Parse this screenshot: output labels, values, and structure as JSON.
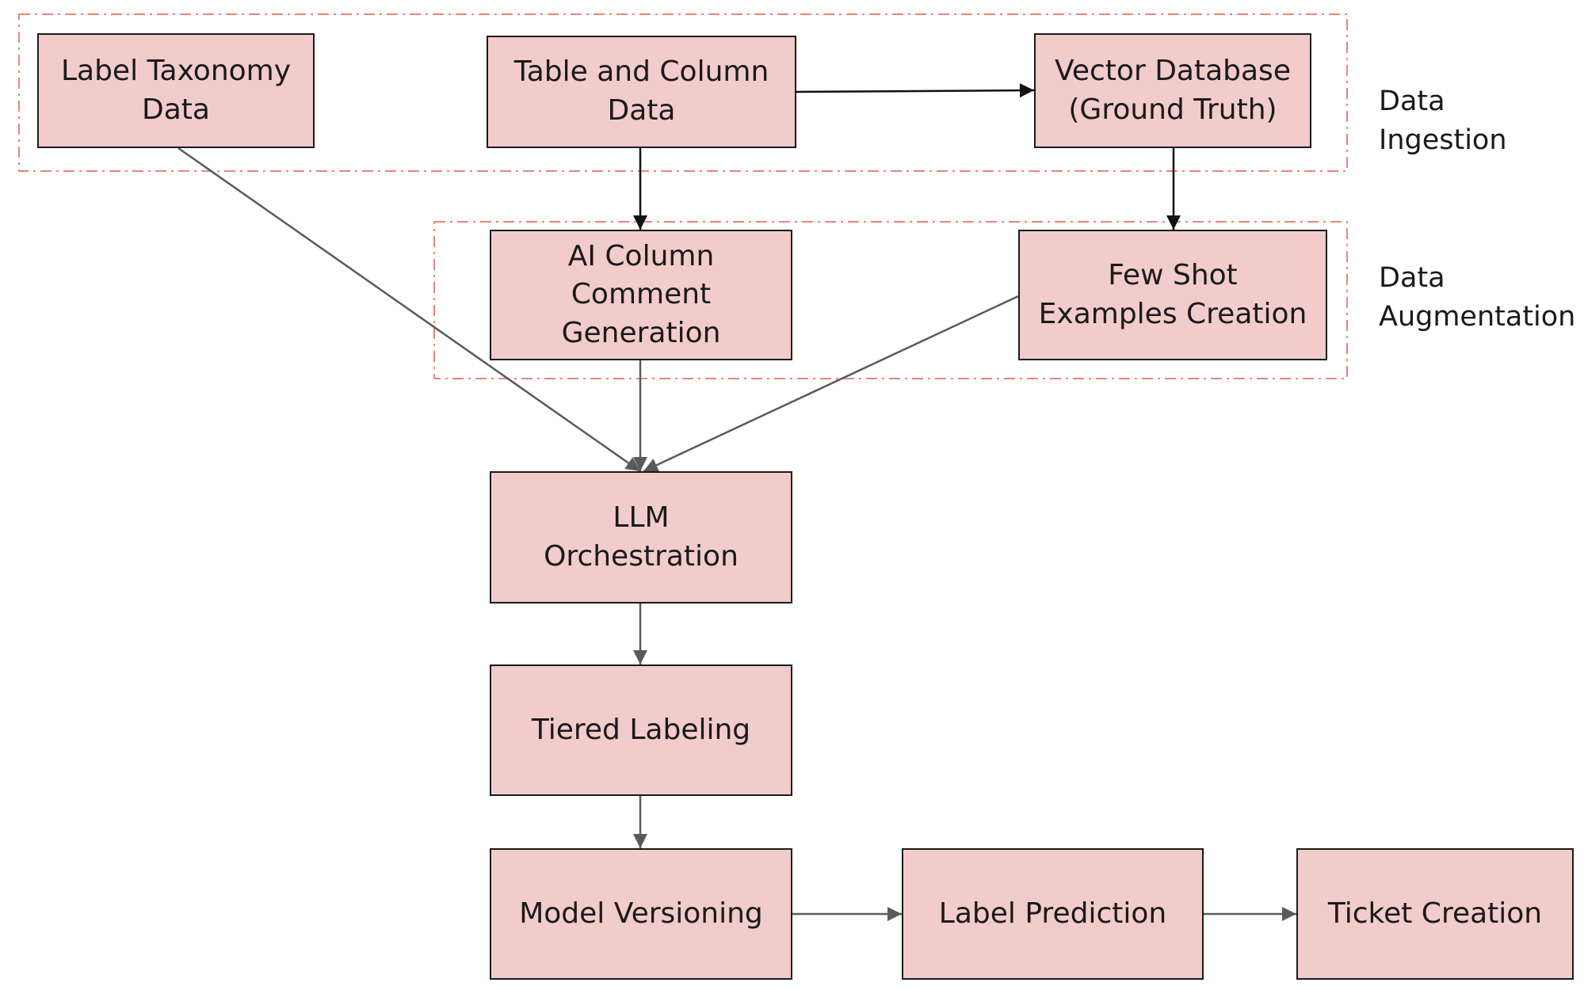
{
  "groups": {
    "ingestion_label": "Data\nIngestion",
    "augmentation_label": "Data\nAugmentation"
  },
  "nodes": {
    "label_taxonomy": "Label Taxonomy\nData",
    "table_column": "Table and Column\nData",
    "vector_db": "Vector Database\n(Ground Truth)",
    "ai_column_comment": "AI Column\nComment\nGeneration",
    "few_shot": "Few Shot\nExamples Creation",
    "llm_orchestration": "LLM\nOrchestration",
    "tiered_labeling": "Tiered Labeling",
    "model_versioning": "Model Versioning",
    "label_prediction": "Label Prediction",
    "ticket_creation": "Ticket Creation"
  },
  "colors": {
    "node_fill": "#f2cbcb",
    "node_border": "#1a1a1a",
    "group_border": "#e8867a",
    "arrow_dark": "#111111",
    "arrow_gray": "#5a5a5a"
  }
}
